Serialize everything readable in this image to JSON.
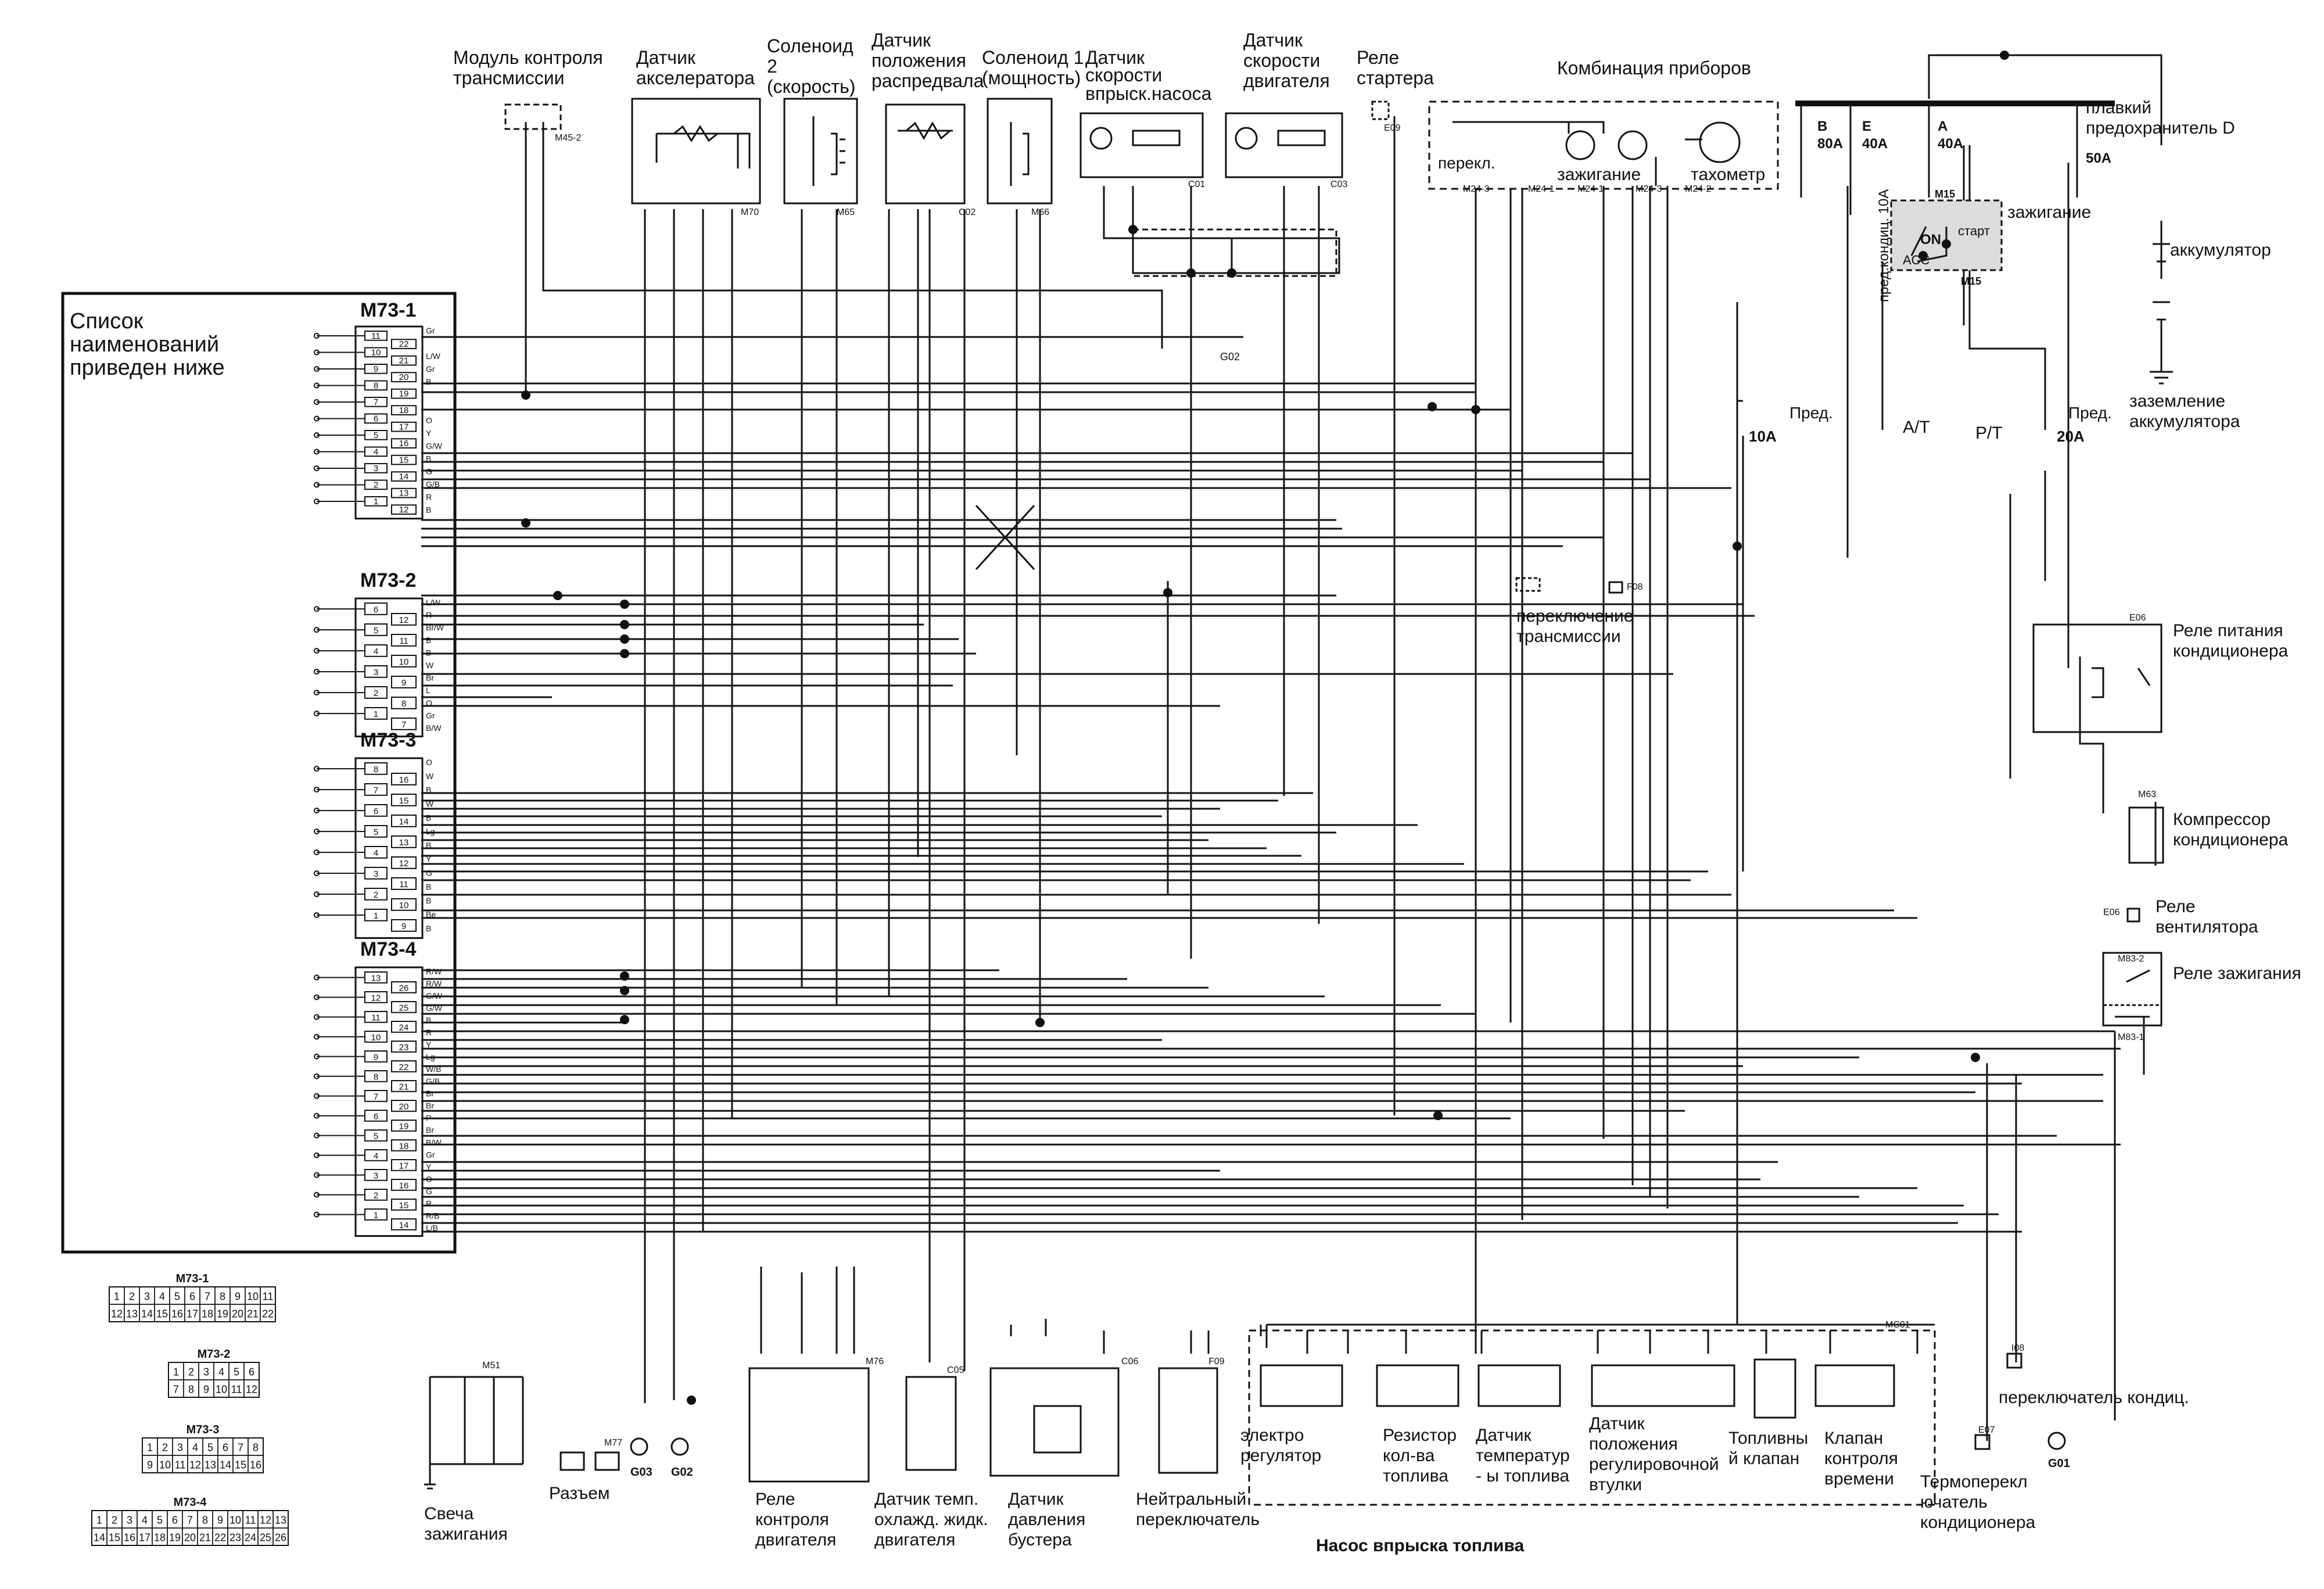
{
  "list": {
    "l1": "Список",
    "l2": "наименований",
    "l3": "приведен ниже"
  },
  "blocks": {
    "b1": {
      "title": "M73-1",
      "pins": [
        "11",
        "10",
        "9",
        "8",
        "7",
        "6",
        "5",
        "4",
        "3",
        "2",
        "1"
      ],
      "pins_r": [
        "22",
        "21",
        "20",
        "19",
        "18",
        "17",
        "16",
        "15",
        "14",
        "13",
        "12"
      ],
      "wires": [
        "Gr",
        "",
        "L/W",
        "Gr",
        "B",
        "",
        "",
        "O",
        "Y",
        "G/W",
        "B",
        "G",
        "G/B",
        "R",
        "B"
      ]
    },
    "b2": {
      "title": "M73-2",
      "pins": [
        "6",
        "5",
        "4",
        "3",
        "2",
        "1"
      ],
      "pins_r": [
        "12",
        "11",
        "10",
        "9",
        "8",
        "7"
      ],
      "wires": [
        "L/W",
        "R",
        "Br/W",
        "B",
        "B",
        "W",
        "Br",
        "L",
        "O",
        "Gr",
        "B/W"
      ]
    },
    "b3": {
      "title": "M73-3",
      "pins": [
        "8",
        "7",
        "6",
        "5",
        "4",
        "3",
        "2",
        "1"
      ],
      "pins_r": [
        "16",
        "15",
        "14",
        "13",
        "12",
        "11",
        "10",
        "9"
      ],
      "wires": [
        "O",
        "W",
        "B",
        "W",
        "B",
        "Lg",
        "B",
        "Y",
        "G",
        "B",
        "B",
        "Be",
        "B"
      ]
    },
    "b4": {
      "title": "M73-4",
      "pins": [
        "13",
        "12",
        "11",
        "10",
        "9",
        "8",
        "7",
        "6",
        "5",
        "4",
        "3",
        "2",
        "1"
      ],
      "pins_r": [
        "26",
        "25",
        "24",
        "23",
        "22",
        "21",
        "20",
        "19",
        "18",
        "17",
        "16",
        "15",
        "14"
      ],
      "wires": [
        "R/W",
        "R/W",
        "G/W",
        "G/W",
        "B",
        "R",
        "Y",
        "Lg",
        "W/B",
        "G/B",
        "Br",
        "Br",
        "P",
        "Br",
        "B/W",
        "Gr",
        "Y",
        "O",
        "G",
        "R",
        "R/B",
        "L/B"
      ]
    }
  },
  "top": {
    "tcm1": "Модуль контроля",
    "tcm2": "трансмиссии",
    "tcm_conn": "M45-2",
    "accel1": "Датчик",
    "accel2": "акселератора",
    "accel_conn": "M70",
    "sol2_1": "Соленоид",
    "sol2_2": "2",
    "sol2_3": "(скорость)",
    "sol2_conn": "M65",
    "cam1": "Датчик",
    "cam2": "положения",
    "cam3": "распредвала",
    "cam_conn": "C02",
    "sol1_1": "Соленоид 1",
    "sol1_2": "(мощность)",
    "sol1_conn": "M66",
    "pump1": "Датчик",
    "pump2": "скорости",
    "pump3": "впрыск.насоса",
    "pump_conn": "C01",
    "eng1": "Датчик",
    "eng2": "скорости",
    "eng3": "двигателя",
    "eng_conn": "C03",
    "starter1": "Реле",
    "starter2": "стартера",
    "starter_conn": "E09",
    "cluster": "Комбинация приборов",
    "perekl": "перекл.",
    "ign": "зажигание",
    "tacho": "тахометр",
    "m24_3": "M24-3",
    "m24_1": "M24-1",
    "m24_1b": "M24-1",
    "m24_3b": "M24-3",
    "m24_2": "M24-2",
    "g02": "G02"
  },
  "power": {
    "fuseB": "B",
    "fuseB_a": "80A",
    "fuseE": "E",
    "fuseE_a": "40A",
    "fuseA": "A",
    "fuseA_a": "40A",
    "fuse50": "50A",
    "fused1": "плавкий",
    "fused2": "предохранитель D",
    "ignsw": "зажигание",
    "on": "ON",
    "start": "старт",
    "acc": "ACC",
    "m15a": "M15",
    "m15b": "M15",
    "ac_fuse": "пред.кондиц. 10A",
    "battery": "аккумулятор",
    "gnd1": "заземление",
    "gnd2": "аккумулятора",
    "pred10": "Пред.",
    "pred10a": "10A",
    "pred20": "Пред.",
    "pred20a": "20A",
    "at": "A/T",
    "mt": "P/T"
  },
  "right": {
    "trans1": "переключение",
    "trans2": "трансмиссии",
    "f08": "F08",
    "acrelay1": "Реле питания",
    "acrelay2": "кондиционера",
    "e06": "E06",
    "m63": "M63",
    "comp1": "Компрессор",
    "comp2": "кондиционера",
    "fan1": "Реле",
    "fan2": "вентилятора",
    "fan_conn": "E06",
    "ignrelay": "Реле зажигания",
    "m83_2": "M83-2",
    "m83_1": "M83-1"
  },
  "bottom": {
    "spark1": "Свеча",
    "spark2": "зажигания",
    "m51": "M51",
    "razem": "Разъем",
    "m77": "M77",
    "g03": "G03",
    "g02": "G02",
    "relay1": "Реле",
    "relay2": "контроля",
    "relay3": "двигателя",
    "m76": "M76",
    "temp1": "Датчик темп.",
    "temp2": "охлажд. жидк.",
    "temp3": "двигателя",
    "c05": "C05",
    "press1": "Датчик",
    "press2": "давления",
    "press3": "бустера",
    "c06": "C06",
    "neutral1": "Нейтральный",
    "neutral2": "переключатель",
    "f09": "F09",
    "er1": "электро",
    "er2": "регулятор",
    "res1": "Резистор",
    "res2": "кол-ва",
    "res3": "топлива",
    "ft1": "Датчик",
    "ft2": "температур",
    "ft3": "- ы топлива",
    "sl1": "Датчик",
    "sl2": "положения",
    "sl3": "регулировочной",
    "sl4": "втулки",
    "fv1": "Топливны",
    "fv2": "й клапан",
    "tv1": "Клапан",
    "tv2": "контроля",
    "tv3": "времени",
    "mc01": "MC01",
    "pump_title": "Насос впрыска топлива",
    "thermo1": "Термоперекл",
    "thermo2": "ючатель",
    "thermo3": "кондиционера",
    "e07": "E07",
    "acsw": "переключатель кондиц.",
    "i08": "I08",
    "g01": "G01"
  },
  "legend": {
    "m731": "M73-1",
    "m731_top": [
      "1",
      "2",
      "3",
      "4",
      "5",
      "6",
      "7",
      "8",
      "9",
      "10",
      "11"
    ],
    "m731_bot": [
      "12",
      "13",
      "14",
      "15",
      "16",
      "17",
      "18",
      "19",
      "20",
      "21",
      "22"
    ],
    "m732": "M73-2",
    "m732_top": [
      "1",
      "2",
      "3",
      "4",
      "5",
      "6"
    ],
    "m732_bot": [
      "7",
      "8",
      "9",
      "10",
      "11",
      "12"
    ],
    "m733": "M73-3",
    "m733_top": [
      "1",
      "2",
      "3",
      "4",
      "5",
      "6",
      "7",
      "8"
    ],
    "m733_bot": [
      "9",
      "10",
      "11",
      "12",
      "13",
      "14",
      "15",
      "16"
    ],
    "m734": "M73-4",
    "m734_top": [
      "1",
      "2",
      "3",
      "4",
      "5",
      "6",
      "7",
      "8",
      "9",
      "10",
      "11",
      "12",
      "13"
    ],
    "m734_bot": [
      "14",
      "15",
      "16",
      "17",
      "18",
      "19",
      "20",
      "21",
      "22",
      "23",
      "24",
      "25",
      "26"
    ]
  }
}
